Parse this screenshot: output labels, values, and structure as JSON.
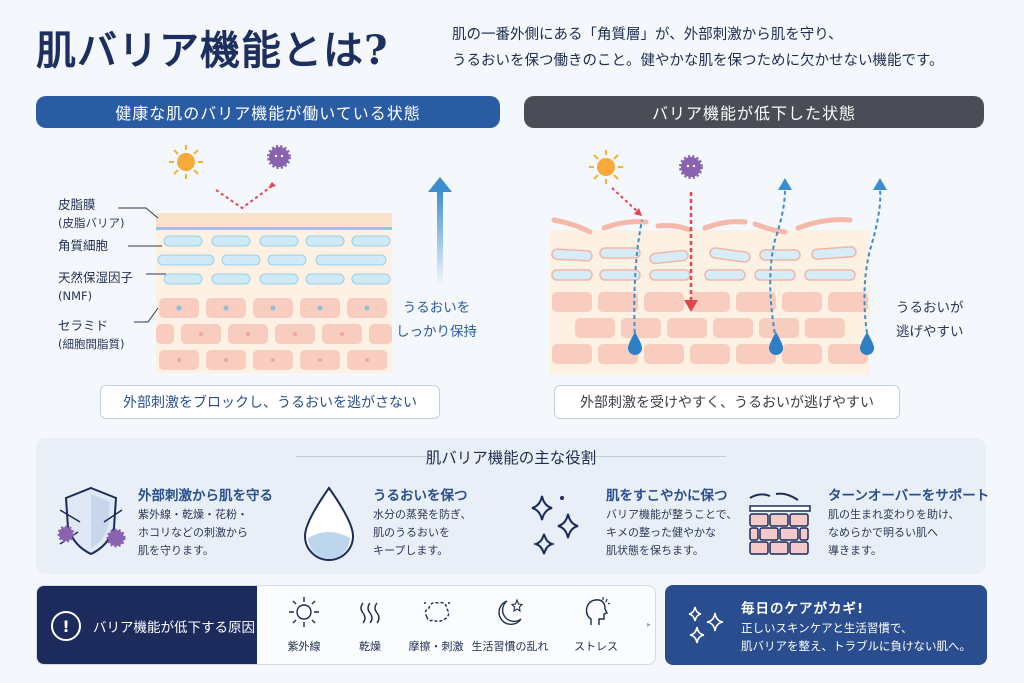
{
  "header": {
    "title": "肌バリア機能とは?",
    "intro_line1": "肌の一番外側にある「角質層」が、外部刺激から肌を守り、",
    "intro_line2": "うるおいを保つ働きのこと。健やかな肌を保つために欠かせない機能です。"
  },
  "healthy": {
    "heading": "健康な肌のバリア機能が働いている状態",
    "labels": [
      {
        "main": "皮脂膜",
        "sub": "(皮脂バリア)"
      },
      {
        "main": "角質細胞",
        "sub": ""
      },
      {
        "main": "天然保湿因子",
        "sub": "(NMF)"
      },
      {
        "main": "セラミド",
        "sub": "(細胞間脂質)"
      }
    ],
    "side_text_line1": "うるおいを",
    "side_text_line2": "しっかり保持",
    "caption": "外部刺激をブロックし、うるおいを逃がさない"
  },
  "damaged": {
    "heading": "バリア機能が低下した状態",
    "side_text_line1": "うるおいが",
    "side_text_line2": "逃げやすい",
    "caption": "外部刺激を受けやすく、うるおいが逃げやすい"
  },
  "roles": {
    "title": "肌バリア機能の主な役割",
    "items": [
      {
        "icon": "shield-icon",
        "title": "外部刺激から肌を守る",
        "desc": "紫外線・乾燥・花粉・\nホコリなどの刺激から\n肌を守ります。"
      },
      {
        "icon": "water-drop-icon",
        "title": "うるおいを保つ",
        "desc": "水分の蒸発を防ぎ、\n肌のうるおいを\nキープします。"
      },
      {
        "icon": "sparkle-icon",
        "title": "肌をすこやかに保つ",
        "desc": "バリア機能が整うことで、\nキメの整った健やかな\n肌状態を保ちます。"
      },
      {
        "icon": "brick-layer-icon",
        "title": "ターンオーバーをサポート",
        "desc": "肌の生まれ変わりを助け、\nなめらかで明るい肌へ\n導きます。"
      }
    ]
  },
  "causes": {
    "heading": "バリア機能が低下する原因",
    "items": [
      {
        "icon": "sun-icon",
        "label": "紫外線"
      },
      {
        "icon": "dryness-icon",
        "label": "乾燥"
      },
      {
        "icon": "friction-icon",
        "label": "摩擦・刺激"
      },
      {
        "icon": "moon-star-icon",
        "label": "生活習慣の乱れ"
      },
      {
        "icon": "stress-head-icon",
        "label": "ストレス"
      }
    ]
  },
  "care": {
    "title": "毎日のケアがカギ!",
    "desc": "正しいスキンケアと生活習慣で、\n肌バリアを整え、トラブルに負けない肌へ。"
  },
  "colors": {
    "navy": "#1c2b5c",
    "blue": "#2a5ca3",
    "gray_head": "#4a4d55",
    "skin": "#f7c9bd",
    "water": "#3d8ed0",
    "irritant_red": "#e0464a"
  }
}
